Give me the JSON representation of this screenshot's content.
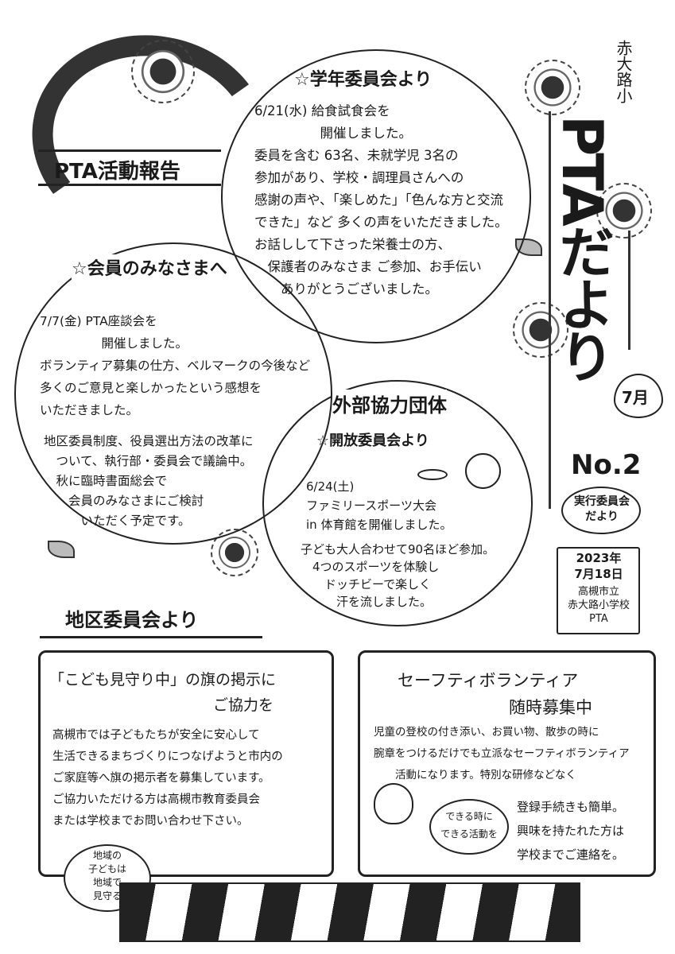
{
  "header": {
    "school_short": "赤大路小",
    "title": "PTAだより",
    "month": "7月",
    "issue": "No.2",
    "badge": "実行委員会だより",
    "date": "2023年\n7月18日",
    "publisher": "高槻市立\n赤大路小学校\nPTA",
    "report_title": "PTA活動報告"
  },
  "grade_committee": {
    "heading": "☆学年委員会より",
    "body": "6/21(水) 給食試食会を\n　　　　　開催しました。\n委員を含む 63名、未就学児 3名の\n参加があり、学校・調理員さんへの\n感謝の声や、「楽しめた」「色んな方と交流\nできた」など 多くの声をいただきました。\nお話しして下さった栄養士の方、\n　保護者のみなさま ご参加、お手伝い\n　　ありがとうございました。"
  },
  "members": {
    "heading": "☆会員のみなさまへ",
    "body": "7/7(金) PTA座談会を\n　　　　　開催しました。\nボランティア募集の仕方、ベルマークの今後など\n多くのご意見と楽しかったという感想を\nいただきました。",
    "body2": "地区委員制度、役員選出方法の改革に\n　ついて、執行部・委員会で議論中。\n　秋に臨時書面総会で\n　　会員のみなさまにご検討\n　　　いただく予定です。"
  },
  "external": {
    "heading": "外部協力団体",
    "sub": "☆開放委員会より",
    "body": "6/24(土)\nファミリースポーツ大会\nin 体育館を開催しました。",
    "body2": "子ども大人合わせて90名ほど参加。\n　4つのスポーツを体験し\n　　ドッチビーで楽しく\n　　　汗を流しました。"
  },
  "district": {
    "heading": "地区委員会より",
    "box_title": "「こども見守り中」の旗の掲示に",
    "box_title2": "ご協力を",
    "body": "高槻市では子どもたちが安全に安心して\n生活できるまちづくりにつなげようと市内の\nご家庭等へ旗の掲示者を募集しています。\nご協力いただける方は高槻市教育委員会\nまたは学校までお問い合わせ下さい。",
    "bubble": "地域の\n子どもは\n地域で\n見守る"
  },
  "safety": {
    "title": "セーフティボランティア",
    "title2": "随時募集中",
    "body": "児童の登校の付き添い、お買い物、散歩の時に\n腕章をつけるだけでも立派なセーフティボランティア\n　　活動になります。特別な研修などなく",
    "body2": "登録手続きも簡単。\n興味を持たれた方は\n学校までご連絡を。",
    "bubble": "できる時に\nできる活動を"
  }
}
